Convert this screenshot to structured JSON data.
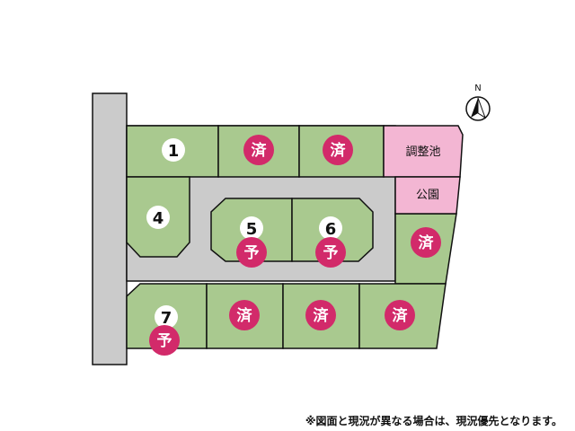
{
  "colors": {
    "lot_fill": "#a9c98f",
    "road_fill": "#cbcbcb",
    "facility_fill": "#f3b6d3",
    "badge_fill": "#d22a6a",
    "outline": "#111111"
  },
  "compass": {
    "label": "N"
  },
  "lots": [
    {
      "id": "1",
      "number": "1",
      "badge": ""
    },
    {
      "id": "2",
      "number": "",
      "badge": "済"
    },
    {
      "id": "3",
      "number": "",
      "badge": "済"
    },
    {
      "id": "4",
      "number": "4",
      "badge": ""
    },
    {
      "id": "5",
      "number": "5",
      "badge": "予"
    },
    {
      "id": "6",
      "number": "6",
      "badge": "予"
    },
    {
      "id": "e",
      "number": "",
      "badge": "済"
    },
    {
      "id": "7",
      "number": "7",
      "badge": "予"
    },
    {
      "id": "8",
      "number": "",
      "badge": "済"
    },
    {
      "id": "9",
      "number": "",
      "badge": "済"
    },
    {
      "id": "10",
      "number": "",
      "badge": "済"
    }
  ],
  "facilities": {
    "retention_pond": "調整池",
    "park": "公園"
  },
  "note": "※図面と現況が異なる場合は、現況優先となります。"
}
